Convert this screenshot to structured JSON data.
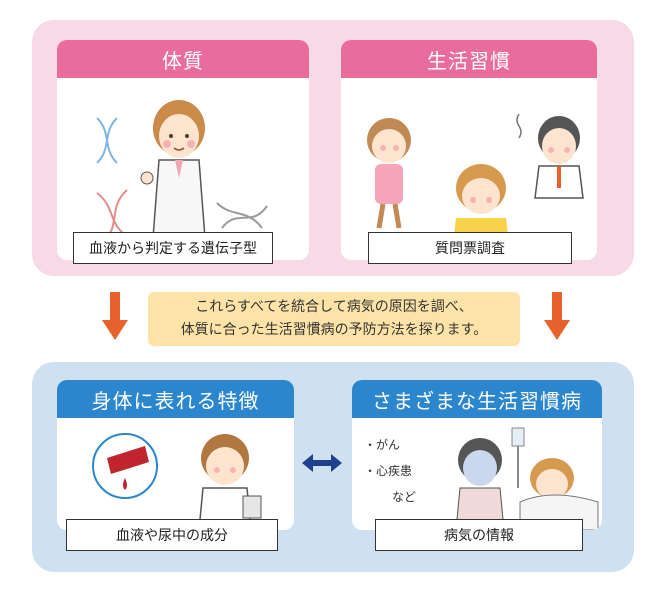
{
  "top": {
    "constitution": {
      "title": "体質",
      "caption": "血液から判定する遺伝子型"
    },
    "lifestyle": {
      "title": "生活習慣",
      "caption": "質問票調査"
    }
  },
  "note": {
    "line1": "これらすべてを統合して病気の原因を調べ、",
    "line2": "体質に合った生活習慣病の予防方法を探ります。"
  },
  "bottom": {
    "features": {
      "title": "身体に表れる特徴",
      "caption": "血液や尿中の成分"
    },
    "diseases": {
      "title": "さまざまな生活習慣病",
      "caption": "病気の情報",
      "items": [
        "・がん",
        "・心疾患",
        "など"
      ]
    }
  },
  "colors": {
    "pink_panel": "#f8d9e6",
    "blue_panel": "#cfe1f0",
    "pink_header": "#e96d9c",
    "blue_header": "#2b86cd",
    "note": "#fde3a7",
    "arrow_orange": "#e8612c",
    "arrow_navy": "#1f3f8f"
  }
}
